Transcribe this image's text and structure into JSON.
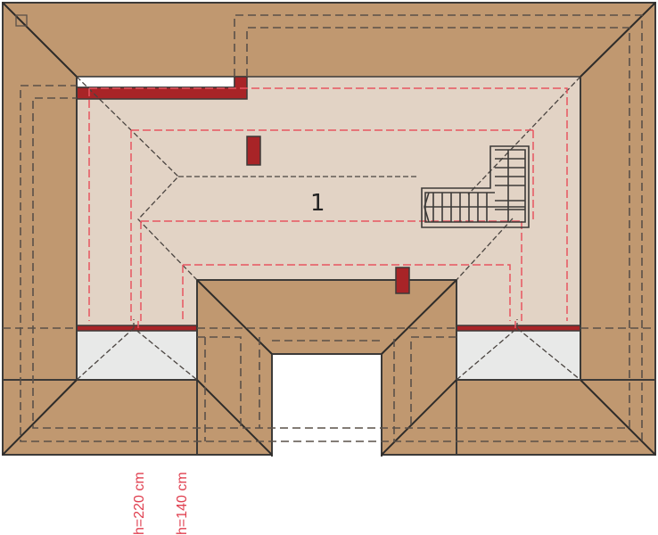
{
  "plan": {
    "type": "attic-floor-plan",
    "room_label": "1",
    "height_labels": [
      {
        "text": "h=220 cm",
        "color": "#e04050"
      },
      {
        "text": "h=140 cm",
        "color": "#e04050"
      }
    ],
    "colors": {
      "roof": "#c09870",
      "attic_floor": "#e2d3c5",
      "walls_chimney": "#a82427",
      "skylight": "#e8e9e8",
      "height_line_220": "#e85560",
      "outline": "#3c3a38"
    },
    "elements": {
      "chimneys": 2,
      "staircase": "L-shaped",
      "skylights": 2
    }
  }
}
